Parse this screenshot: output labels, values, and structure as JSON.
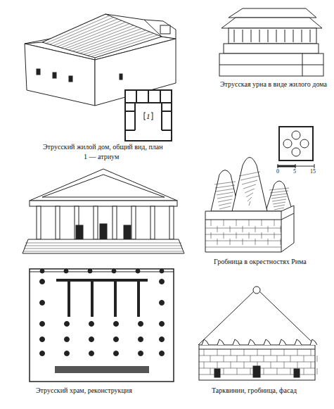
{
  "diagram": {
    "labels": [
      "1",
      "Этрусский жилой дом, общий вид, план",
      "1 — атриум",
      "Этрусская урна в виде жилого дома",
      "0",
      "5",
      "15",
      "Гробница в окрестностях Рима",
      "Этрусский храм, реконструкция",
      "Тарквинии, гробница, фасад"
    ]
  }
}
